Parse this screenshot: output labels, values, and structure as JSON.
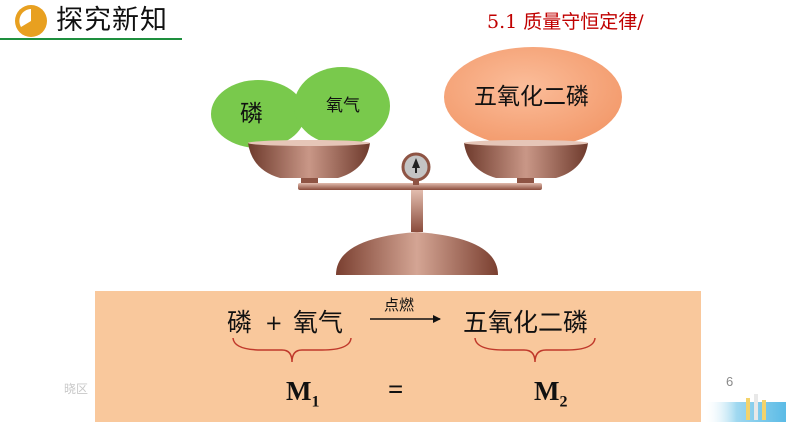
{
  "header": {
    "title": "探究新知",
    "accent_color": "#e8a020",
    "line_color": "#1e8f3e",
    "icon": "pie-chart-icon"
  },
  "lesson_title": "5.1  质量守恒定律/",
  "scale": {
    "left_pan": [
      "磷",
      "氧气"
    ],
    "right_pan": [
      "五氧化二磷"
    ],
    "bubble_color_green": "#79c94c",
    "bubble_color_orange": "#f6a47a",
    "scale_color": "#a8685a",
    "pointer_icon": "balance-indicator-icon"
  },
  "equation": {
    "reactant_1": "磷",
    "plus": "+",
    "reactant_2": "氧气",
    "condition": "点燃",
    "product": "五氧化二磷",
    "left_mass": "M",
    "left_mass_sub": "1",
    "equals": "=",
    "right_mass": "M",
    "right_mass_sub": "2",
    "background_color": "#f9c89c",
    "brace_color": "#c0392b"
  },
  "watermark": "晓区",
  "page_number": "6"
}
